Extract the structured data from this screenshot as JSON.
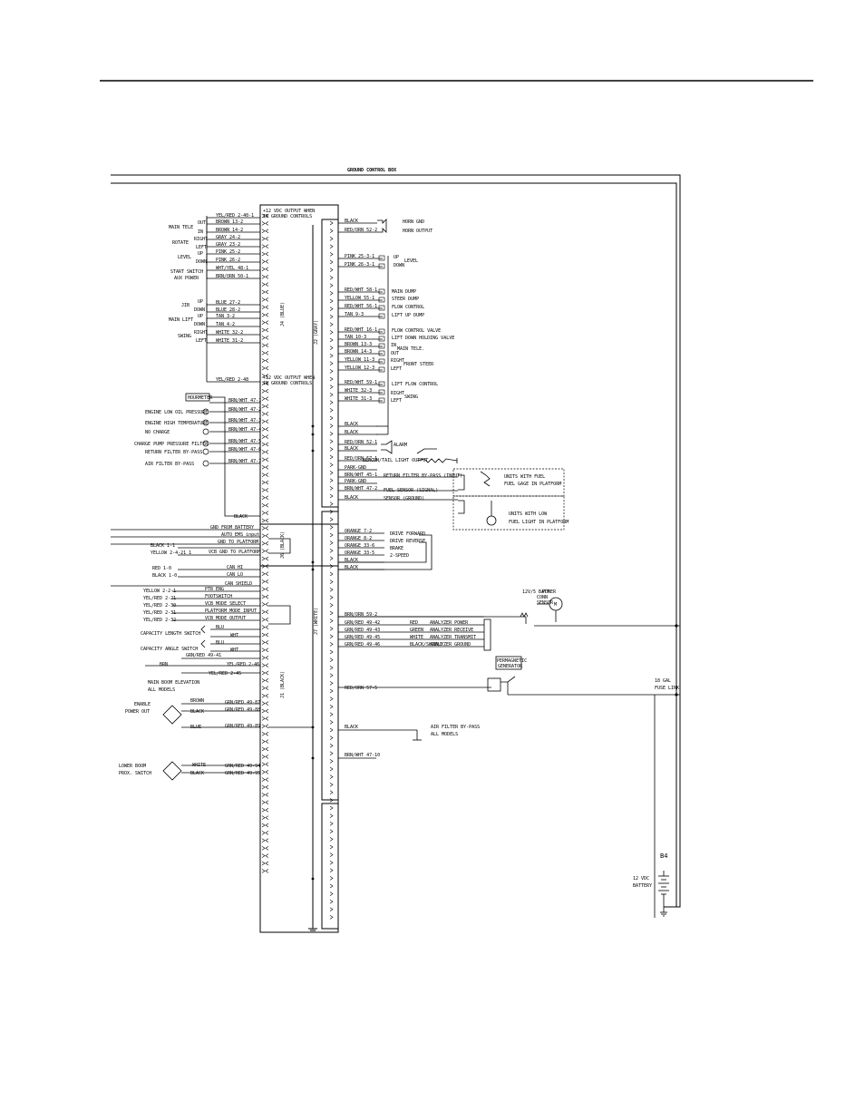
{
  "title": "GROUND CONTROL BOX",
  "connectors": {
    "j4": "J4 (BLUE)",
    "j2": "J2 (GRAY)",
    "j6": "J6 (BLACK)",
    "j7": "J7 (WHITE)",
    "j1": "J1 (BLACK)"
  },
  "notes": {
    "top_output": [
      "+12 VDC OUTPUT WHEN",
      "IN GROUND CONTROLS"
    ],
    "mid_output": [
      "+12 VDC OUTPUT WHEN",
      "IN GROUND CONTROLS"
    ]
  },
  "left_functions": {
    "main_tele": "MAIN TELE",
    "rotate": "ROTATE",
    "level": "LEVEL",
    "start_switch": "START SWITCH",
    "aux_power": "AUX POWER",
    "jib": "JIB",
    "main_lift": "MAIN LIFT",
    "swing": "SWING",
    "out": "OUT",
    "in": "IN",
    "right": "RIGHT",
    "left": "LEFT",
    "up": "UP",
    "down": "DOWN"
  },
  "j4_wires": [
    "YEL/RED 2-40-1",
    "BROWN 13-2",
    "BROWN 14-2",
    "GRAY 24-2",
    "GRAY 23-2",
    "PINK 25-2",
    "PINK 26-2",
    "WHT/YEL 48-1",
    "BRN/ORN 50-1",
    "BLUE 27-2",
    "BLUE 28-2",
    "TAN 3-2",
    "TAN 4-2",
    "WHITE 32-2",
    "WHITE 31-2",
    "YEL/RED 2-48"
  ],
  "gauges": {
    "hourmeter": "HOURMETER",
    "items": [
      "ENGINE LOW OIL PRESSURE",
      "ENGINE HIGH TEMPERATURE",
      "NO CHARGE",
      "CHARGE PUMP PRESSURE FILTER",
      "RETURN FILTER BY-PASS",
      "AIR FILTER BY-PASS"
    ],
    "wires": [
      "BRN/WHT 47-1",
      "BRN/WHT 47-2",
      "BRN/WHT 47-3",
      "BRN/WHT 47-4",
      "BRN/WHT 47-5",
      "BRN/WHT 47-6",
      "BRN/WHT 47-7"
    ],
    "black": "BLACK"
  },
  "j2_wires": [
    "BLACK",
    "RED/ORN 52-2",
    "PINK 25-3-1",
    "PINK 26-3-1",
    "RED/WHT 58-1",
    "YELLOW 55-1",
    "RED/WHT 56-1",
    "TAN 9-3",
    "RED/WHT 16-1",
    "TAN 10-3",
    "BROWN 13-3",
    "BROWN 14-3",
    "YELLOW 11-3",
    "YELLOW 12-3",
    "RED/WHT 59-1",
    "WHITE 32-3",
    "WHITE 31-3",
    "BLACK",
    "BLACK",
    "RED/ORN 52-1",
    "BLACK",
    "RED/ORN 57-1",
    "PARK-GND",
    "BRN/WHT 45-1",
    "PARK-GND",
    "BRN/WHT 47-2",
    "BLACK"
  ],
  "j2_devices": [
    "HORN GND",
    "HORN OUTPUT",
    "UP",
    "DOWN",
    "LEVEL",
    "MAIN DUMP",
    "STEER DUMP",
    "FLOW CONTROL",
    "LIFT UP DUMP",
    "FLOW CONTROL VALVE",
    "LIFT DOWN HOLDING VALVE",
    "MAIN TELE.",
    "FRONT STEER",
    "LIFT FLOW CONTROL",
    "SWING",
    "IN",
    "OUT",
    "RIGHT",
    "LEFT",
    "ALARM",
    "BEACON/TAIL LIGHT OUTPUT",
    "RETURN FILTER BY-PASS (INPUT)",
    "FUEL SENSOR (SIGNAL)",
    "SENSOR (GROUND)"
  ],
  "fuel_notes": {
    "red_gauge": [
      "UNITS WITH FUEL",
      "FUEL GAGE IN PLATFORM"
    ],
    "low_fuel": [
      "UNITS WITH LOW",
      "FUEL LIGHT IN PLATFORM"
    ]
  },
  "j6_wires": [
    "GND FROM BATTERY",
    "AUTO EMS input",
    "GND TO PLATFORM",
    "BLACK 1-1",
    "YELLOW 2-4-21 1",
    "VCB GND TO PLATFORM"
  ],
  "j7_top_wires": [
    "ORANGE 7-2",
    "ORANGE 8-2",
    "ORANGE 33-6",
    "ORANGE 33-5",
    "BLACK",
    "BLACK"
  ],
  "drive_labels": [
    "DRIVE FORWARD",
    "DRIVE REVERSE",
    "BRAKE",
    "2-SPEED"
  ],
  "can": [
    "RED 1-0",
    "BLACK 1-0",
    "CAN HI",
    "CAN LO",
    "CAN SHIELD"
  ],
  "j1_left_wires": [
    "YELLOW 2-2-1",
    "YEL/RED 2-21",
    "YEL/RED 2-30",
    "YEL/RED 2-31",
    "YEL/RED 2-32"
  ],
  "j1_left_labels": [
    "PTR ENG",
    "FOOTSWITCH",
    "VCB MODE SELECT",
    "PLATFORM MODE INPUT",
    "VCB MODE OUTPUT"
  ],
  "capacity": [
    "CAPACITY LENGTH SWITCH",
    "CAPACITY ANGLE SWITCH",
    "MAIN BOOM ELEVATION",
    "ALL MODELS"
  ],
  "capacity_wires": [
    "BLU",
    "WHT",
    "WHT",
    "BLU",
    "YEL/RED 2-46",
    "GRN/RED 49-41",
    "BRN",
    "YEL/RED 2-45"
  ],
  "analyzer_wires": [
    "BRN/ORN 59-2",
    "GRN/RED 49-42",
    "GRN/RED 49-43",
    "GRN/RED 49-45",
    "GRN/RED 49-46"
  ],
  "analyzer_labels": [
    "RED",
    "GREEN",
    "WHITE",
    "BLACK/SHIELD"
  ],
  "analyzer_functions": [
    "ANALYZER POWER",
    "ANALYZER RECEIVE",
    "ANALYZER TRANSMIT",
    "ANALYZER GROUND"
  ],
  "power_sense": [
    "12V/5 BATT",
    "POWER",
    "CONN",
    "SENSOR"
  ],
  "generator": [
    "PERMAGNETIC",
    "GENERATOR"
  ],
  "fuse": "RED/ORN 57-5",
  "fuel_line": [
    "18 GAL",
    "FUSE LINK"
  ],
  "proximity": {
    "enable": [
      "ENABLE",
      "POWER OUT"
    ],
    "lower_boom": [
      "LOWER BOOM",
      "PROX. SWITCH"
    ],
    "wires": [
      "BROWN",
      "BLACK",
      "BLUE",
      "WHITE",
      "BLACK"
    ],
    "grn_wires": [
      "GRN/RED 49-87",
      "GRN/RED 49-88",
      "GRN/RED 49-89",
      "GRN/RED 49-94",
      "GRN/RED 49-95"
    ]
  },
  "j1_right": [
    "BLACK",
    "BRN/WHT 47-10"
  ],
  "air_filter": [
    "AIR FILTER BY-PASS",
    "ALL MODELS"
  ],
  "battery": [
    "B4",
    "12 VDC",
    "BATTERY"
  ]
}
